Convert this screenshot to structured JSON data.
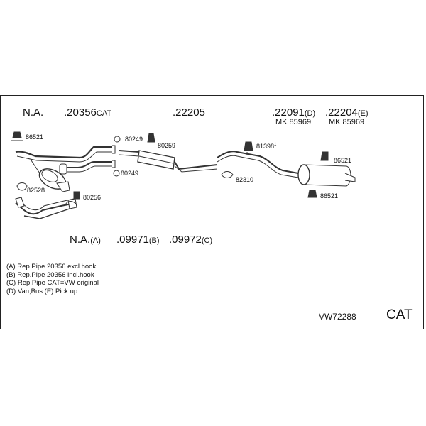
{
  "header_row": {
    "na": "N.A.",
    "p20356": ".20356",
    "p20356_suffix": "CAT",
    "p22205": ".22205",
    "p22091": ".22091",
    "p22091_suffix": "(D)",
    "p22091_sub": "MK  85969",
    "p22204": ".22204",
    "p22204_suffix": "(E)",
    "p22204_sub": "MK  85969"
  },
  "small_parts": {
    "p86521_a": "86521",
    "p80249_a": "80249",
    "p80259": "80259",
    "p80249_b": "80249",
    "p82528": "82528",
    "p80256": "80256",
    "p81398": "81398",
    "p81398_sup": "1",
    "p82310": "82310",
    "p86521_b": "86521",
    "p86521_c": "86521"
  },
  "option_row": {
    "na": "N.A.",
    "na_suffix": "(A)",
    "p09971": ".09971",
    "p09971_suffix": "(B)",
    "p09972": ".09972",
    "p09972_suffix": "(C)"
  },
  "notes": [
    "(A) Rep.Pipe 20356 excl.hook",
    "(B) Rep.Pipe 20356 incl.hook",
    "(C) Rep.Pipe CAT=VW original",
    "(D) Van,Bus (E) Pick up"
  ],
  "footer": {
    "code": "VW72288",
    "type": "CAT"
  }
}
